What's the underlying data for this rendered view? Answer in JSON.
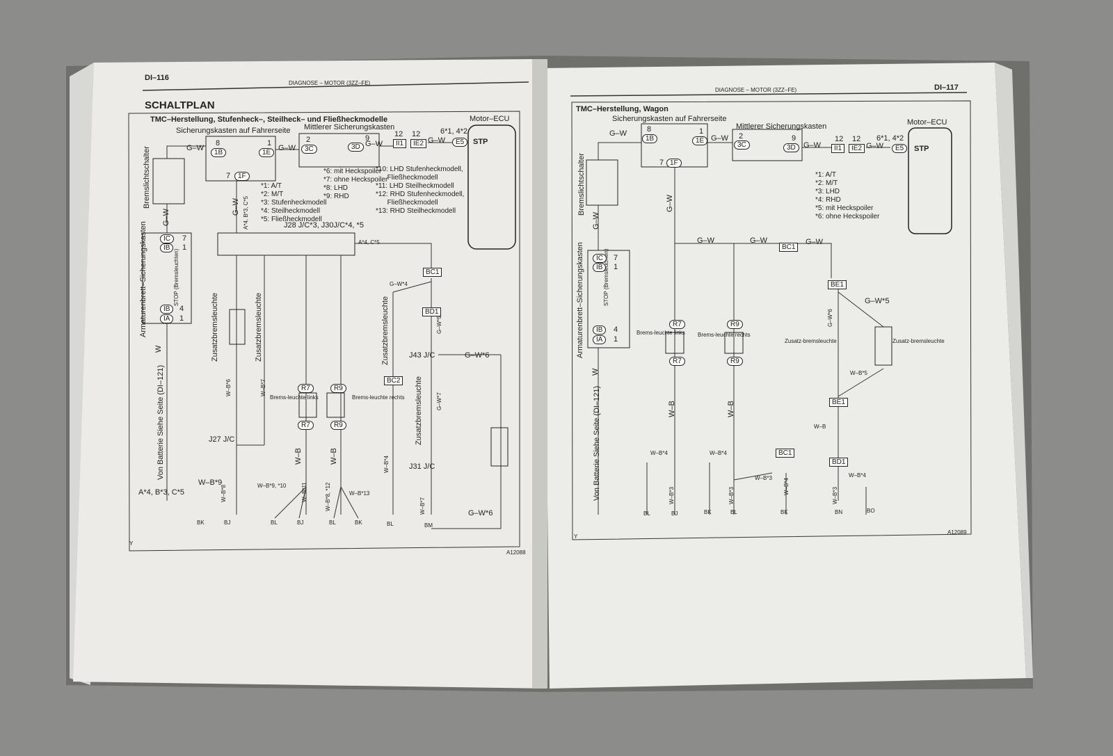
{
  "left": {
    "page_number": "DI–116",
    "header": "DIAGNOSE  –  MOTOR (3ZZ–FE)",
    "heading": "SCHALTPLAN",
    "title": "TMC–Herstellung, Stufenheck–, Steilheck– und Fließheckmodelle",
    "fusebox_driver": "Sicherungskasten auf Fahrerseite",
    "fusebox_mid": "Mittlerer Sicherungskasten",
    "ecu": "Motor–ECU",
    "stp": "STP",
    "brake_switch": "Bremslichtschalter",
    "dash_fusebox": "Armaturenbrett–Sicherungskasten",
    "stop_fuse": "STOP (Bremsleuchten)",
    "battery": "Von Batterie Siehe Seite (DI–121)",
    "junction": "J28 J/C*3, J30J/C*4, *5",
    "connectors": [
      "1B",
      "1E",
      "1F",
      "3C",
      "3D",
      "II1",
      "IE2",
      "E5",
      "IC",
      "IB",
      "IB",
      "IA",
      "BC1",
      "BD1",
      "BC2",
      "R7",
      "R9",
      "R7",
      "R9"
    ],
    "pins": [
      "8",
      "1",
      "7",
      "2",
      "9",
      "12",
      "12",
      "6*1, 4*2",
      "7",
      "1",
      "4",
      "1"
    ],
    "wires": [
      "G–W",
      "G–W",
      "G–W",
      "G–W",
      "G–W",
      "W",
      "G–W",
      "A*4, B*3, C*5",
      "A*4, C*5",
      "G–W*4",
      "G–W*5",
      "G–W*7",
      "G–W*6",
      "G–W*6",
      "W–B*6",
      "W–B*7",
      "W–B",
      "W–B",
      "W–B*9",
      "W–B*9, *10",
      "W–B*8",
      "W–B*11",
      "W–B*8, *12",
      "W–B*13",
      "W–B*4",
      "W–B*7"
    ],
    "components": [
      "Zusatzbremsleuchte",
      "Zusatzbremsleuchte",
      "Zusatzbremsleuchte",
      "Zusatzbremsleuchte",
      "Brems-leuchte links",
      "Brems-leuchte rechts",
      "J27 J/C",
      "J43 J/C",
      "J31 J/C"
    ],
    "variant_note": "A*4, B*3, C*5",
    "footnotes_a": "*1: A/T\n*2: M/T\n*3: Stufenheckmodell\n*4: Steilheckmodell\n*5: Fließheckmodell",
    "footnotes_b": "*6: mit Heckspoiler\n*7: ohne Heckspoiler\n*8: LHD\n*9: RHD",
    "footnotes_c": "*10: LHD Stufenheckmodell,\n      Fließheckmodell\n*11: LHD Steilheckmodell\n*12: RHD Stufenheckmodell,\n      Fließheckmodell\n*13: RHD Steilheckmodell",
    "grounds": [
      "BK",
      "BJ",
      "BL",
      "BJ",
      "BL",
      "BK",
      "BL",
      "BM"
    ],
    "code": "A12088",
    "corner": "Y"
  },
  "right": {
    "page_number": "DI–117",
    "header": "DIAGNOSE  –  MOTOR (3ZZ–FE)",
    "title": "TMC–Herstellung, Wagon",
    "fusebox_driver": "Sicherungskasten auf Fahrerseite",
    "fusebox_mid": "Mittlerer Sicherungskasten",
    "ecu": "Motor–ECU",
    "stp": "STP",
    "brake_switch": "Bremslichtschalter",
    "dash_fusebox": "Armaturenbrett–Sicherungskasten",
    "stop_fuse": "STOP (Bremsleuchten)",
    "battery": "Von Batterie Siehe Seite (DI–121)",
    "connectors": [
      "1B",
      "1E",
      "1F",
      "3C",
      "3D",
      "II1",
      "IE2",
      "E5",
      "IC",
      "IB",
      "IB",
      "IA",
      "BC1",
      "BE1",
      "R7",
      "R9",
      "R7",
      "R9",
      "BE1",
      "BC1",
      "BD1"
    ],
    "pins": [
      "8",
      "1",
      "7",
      "2",
      "9",
      "12",
      "12",
      "6*1, 4*2",
      "7",
      "1",
      "4",
      "1"
    ],
    "wires": [
      "G–W",
      "G–W",
      "G–W",
      "G–W",
      "G–W",
      "W",
      "G–W",
      "G–W",
      "G–W",
      "G–W",
      "G–W*5",
      "G–W*6",
      "W–B*5",
      "W–B",
      "W–B",
      "W–B",
      "W–B*4",
      "W–B*4",
      "W–B*3",
      "W–B*3",
      "W–B*3",
      "W–B*4",
      "W–B*3",
      "W–B*4"
    ],
    "components": [
      "Brems-leuchte links",
      "Brems-leuchte rechts",
      "Zusatz-bremsleuchte",
      "Zusatz-bremsleuchte"
    ],
    "footnotes": "*1: A/T\n*2: M/T\n*3: LHD\n*4: RHD\n*5: mit Heckspoiler\n*6: ohne Heckspoiler",
    "grounds": [
      "BL",
      "BJ",
      "BK",
      "BL",
      "BK",
      "BN",
      "BO"
    ],
    "code": "A12089",
    "corner": "Y"
  }
}
